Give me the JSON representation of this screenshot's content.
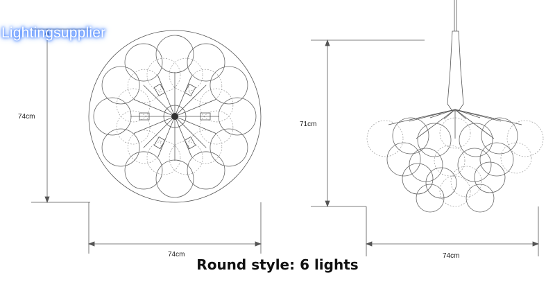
{
  "watermark": "Lightingsupplier",
  "left_view": {
    "height_label": "74cm",
    "width_label": "74cm"
  },
  "right_view": {
    "height_label": "71cm",
    "width_label": "74cm"
  },
  "caption": "Round style: 6 lights"
}
